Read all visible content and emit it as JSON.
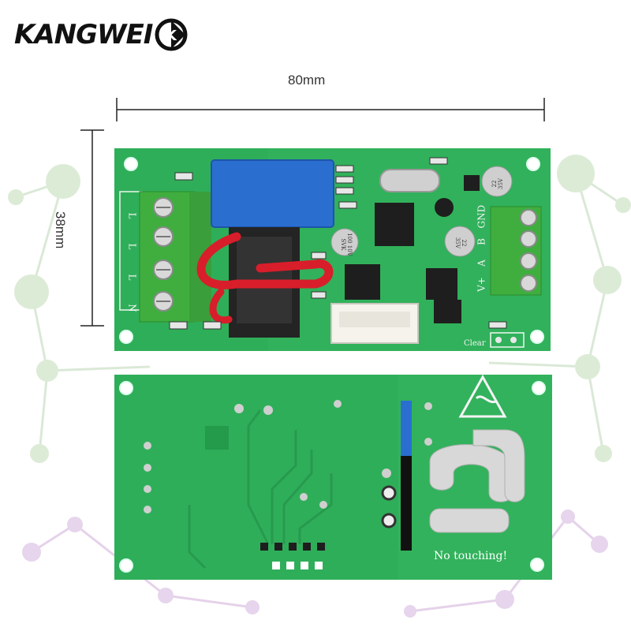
{
  "brand": {
    "name": "KANGWEI",
    "mark": "K"
  },
  "dimensions": {
    "width": "80mm",
    "height": "38mm"
  },
  "top_board": {
    "terminal_labels": [
      "L",
      "L",
      "L",
      "N"
    ],
    "pin_labels": [
      "V+",
      "A",
      "B",
      "GND"
    ],
    "clear_label": "Clear",
    "cap_label_left": "100 10V SVK",
    "cap_label_right": "22 35V",
    "cap_label_top": "22 35V"
  },
  "bottom_board": {
    "warning_text": "No touching!",
    "esd_symbol": "esd-warning-icon"
  },
  "colors": {
    "pcb": "#2fae59",
    "pcb_dark": "#249a4b",
    "terminal": "#3fae3f",
    "relay": "#2a6fd0",
    "wire": "#d81e2a",
    "network": "#cfe3cf"
  }
}
